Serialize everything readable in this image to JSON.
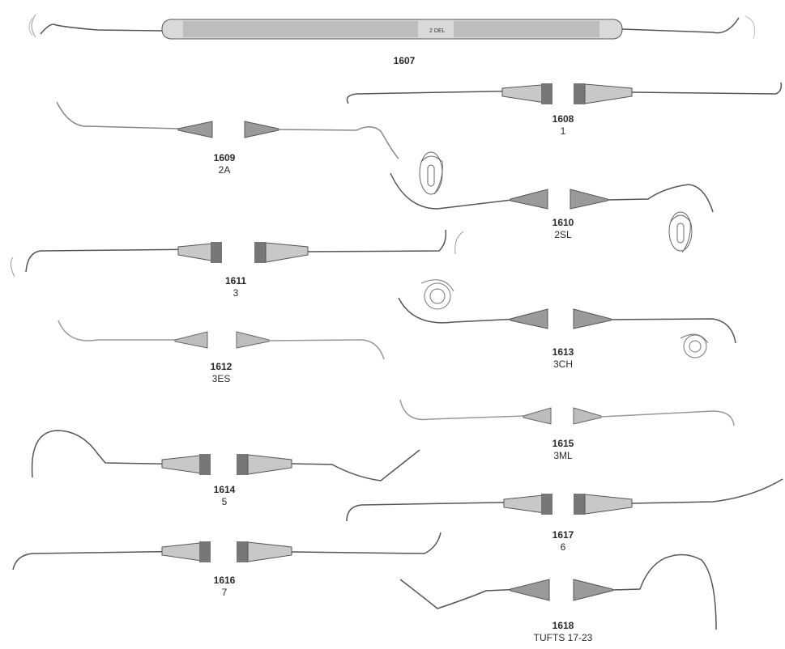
{
  "instruments": [
    {
      "id": "1607",
      "code": ""
    },
    {
      "id": "1608",
      "code": "1"
    },
    {
      "id": "1609",
      "code": "2A"
    },
    {
      "id": "1610",
      "code": "2SL"
    },
    {
      "id": "1611",
      "code": "3"
    },
    {
      "id": "1612",
      "code": "3ES"
    },
    {
      "id": "1613",
      "code": "3CH"
    },
    {
      "id": "1614",
      "code": "5"
    },
    {
      "id": "1615",
      "code": "3ML"
    },
    {
      "id": "1616",
      "code": "7"
    },
    {
      "id": "1617",
      "code": "6"
    },
    {
      "id": "1618",
      "code": "TUFTS 17-23"
    }
  ],
  "handle_text": "2 DEL",
  "colors": {
    "line": "#555555",
    "metal": "#c8c8c8",
    "cone": "#9a9a9a"
  }
}
